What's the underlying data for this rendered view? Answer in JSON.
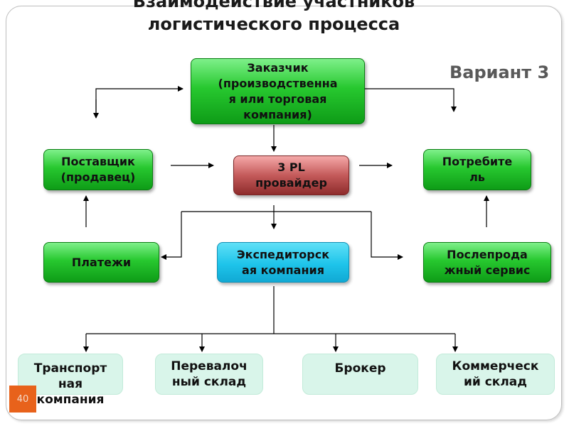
{
  "title": {
    "line1": "Взаимодействие участников",
    "line2": "логистического процесса"
  },
  "variant_label": "Вариант 3",
  "page_number": "40",
  "nodes": {
    "customer": [
      "Заказчик",
      "(производственна",
      "я или торговая",
      "компания)"
    ],
    "supplier": [
      "Поставщик",
      "(продавец)"
    ],
    "provider": [
      "3 PL",
      "провайдер"
    ],
    "consumer": [
      "Потребите",
      "ль"
    ],
    "payments": [
      "Платежи"
    ],
    "forwarder": [
      "Экспедиторск",
      "ая компания"
    ],
    "aftersales": [
      "Послепрода",
      "жный сервис"
    ],
    "transport": [
      "Транспорт",
      "ная",
      "компания"
    ],
    "transshipment": [
      "Перевалоч",
      "ный склад"
    ],
    "broker": [
      "Брокер"
    ],
    "commercial_warehouse": [
      "Коммерческ",
      "ий склад"
    ]
  },
  "colors": {
    "green_node": "#1fbf28",
    "provider_node": "#b64b4b",
    "forwarder_node": "#1ec4ea",
    "bottom_node": "#d9f5ea",
    "badge": "#e8621b"
  }
}
